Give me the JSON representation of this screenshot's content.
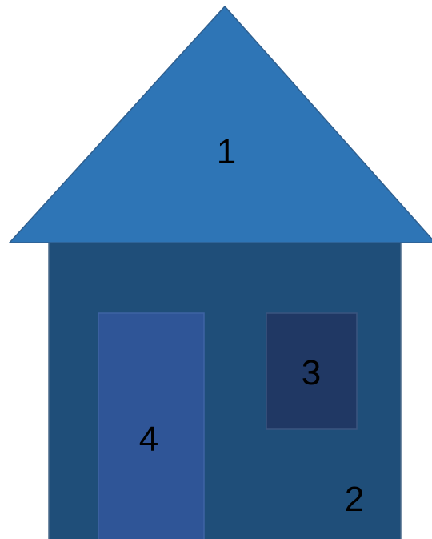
{
  "diagram": {
    "parts": [
      {
        "id": "roof",
        "label": "1",
        "fill": "#2e75b6",
        "stroke": "#2f5f8f"
      },
      {
        "id": "wall",
        "label": "2",
        "fill": "#1f4e79",
        "stroke": "#4a6a8a"
      },
      {
        "id": "window",
        "label": "3",
        "fill": "#203864",
        "stroke": "#3a5580"
      },
      {
        "id": "door",
        "label": "4",
        "fill": "#2f5597",
        "stroke": "#3e64a4"
      }
    ]
  }
}
